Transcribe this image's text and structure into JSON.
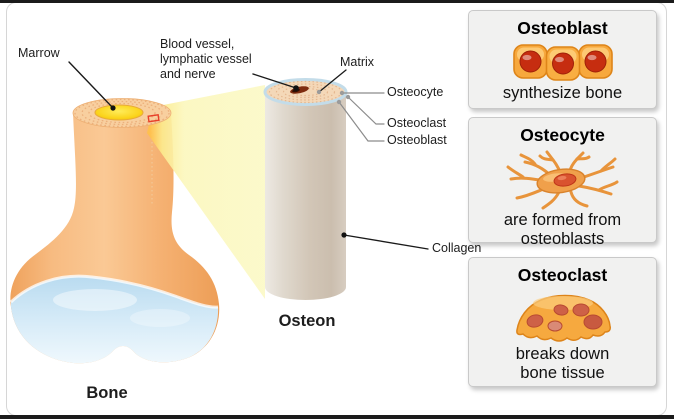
{
  "diagram": {
    "labels": {
      "marrow": "Marrow",
      "blood_vessel": "Blood vessel,\nlymphatic vessel\nand nerve",
      "matrix": "Matrix",
      "osteocyte": "Osteocyte",
      "osteoclast": "Osteoclast",
      "osteoblast": "Osteoblast",
      "collagen": "Collagen",
      "osteon": "Osteon",
      "bone": "Bone"
    },
    "colors": {
      "bone_orange": "#F6B273",
      "marrow_yellow": "#FACD0A",
      "cartilage_blue": "#CBE4F4",
      "beam_yellow": "#FBF7BC",
      "osteon_gray": "#D2C6B7",
      "osteon_top_peach": "#F4D8B8",
      "cell_orange": "#F7A83D",
      "nucleus_red": "#C62D10",
      "marker_red": "#E8402A"
    }
  },
  "panel": {
    "cards": [
      {
        "title": "Osteoblast",
        "description": "synthesize bone",
        "icon": "osteoblast-cells-icon"
      },
      {
        "title": "Osteocyte",
        "description": "are formed from osteoblasts",
        "icon": "osteocyte-cell-icon"
      },
      {
        "title": "Osteoclast",
        "description": "breaks down bone tissue",
        "icon": "osteoclast-cell-icon"
      }
    ]
  }
}
